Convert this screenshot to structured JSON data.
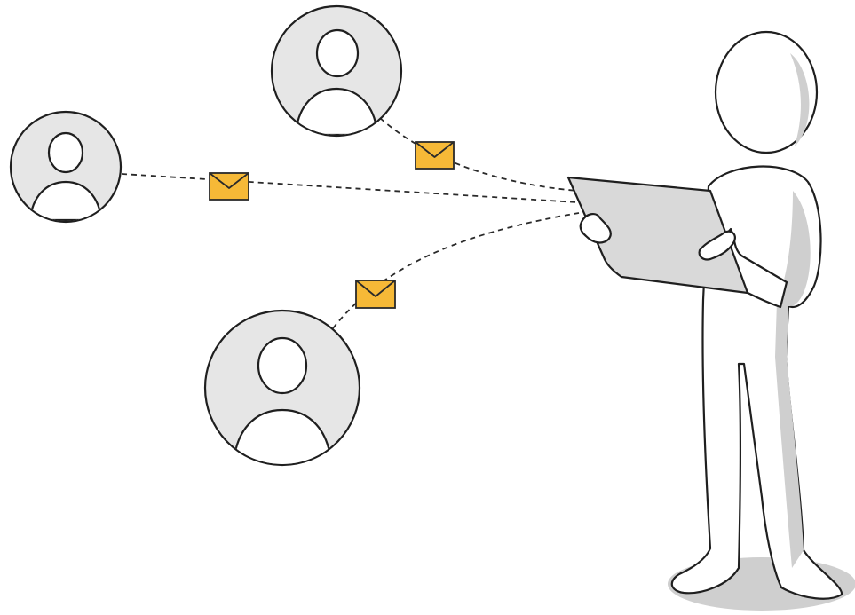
{
  "scene": {
    "subject": "person-holding-tablet",
    "contact_count": 3,
    "message_count": 3
  },
  "icons": {
    "contact": "user-avatar-icon",
    "message": "envelope-icon",
    "device": "tablet-icon"
  },
  "colors": {
    "background": "#ffffff",
    "avatar_fill": "#e6e6e6",
    "avatar_inner": "#ffffff",
    "envelope": "#f6b937",
    "tablet": "#d9d9d9",
    "figure": "#ffffff",
    "shadow": "#cfcfcf",
    "outline": "#1f1f1f"
  }
}
